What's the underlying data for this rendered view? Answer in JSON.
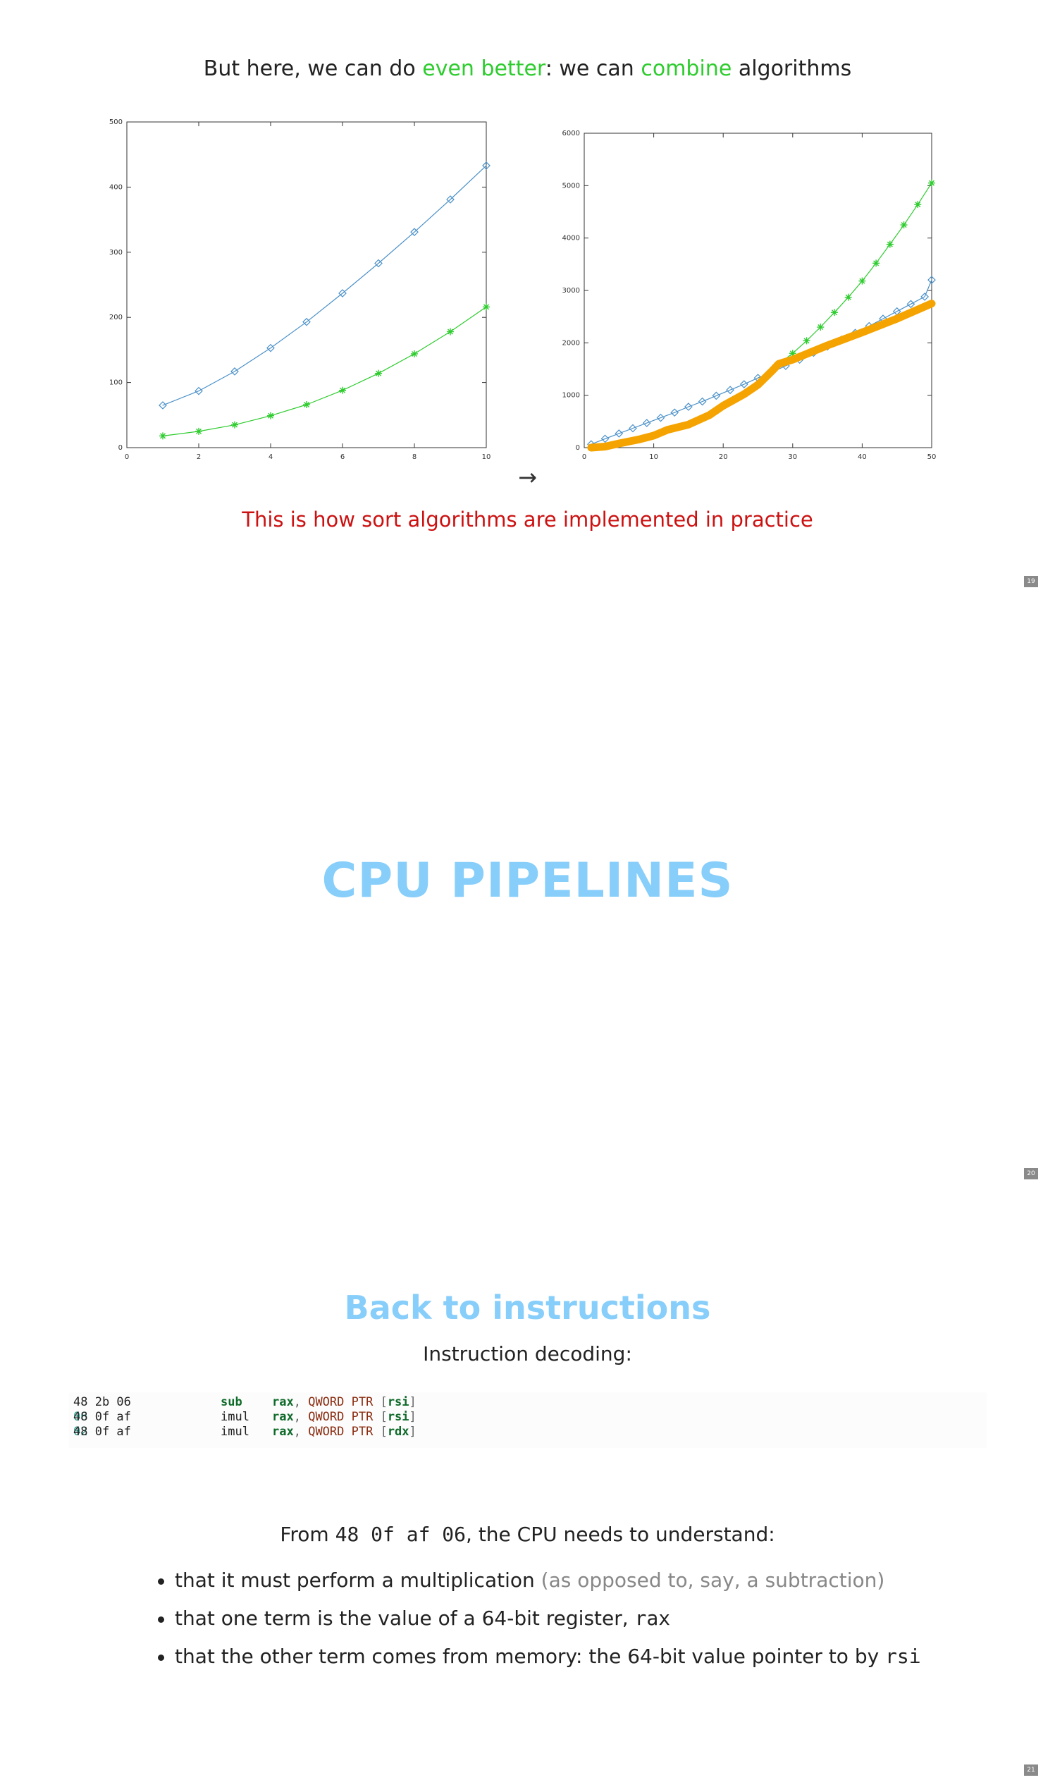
{
  "slide1": {
    "title_parts": [
      "But here, we can do ",
      "even better",
      ": we can ",
      "combine",
      " algorithms"
    ],
    "arrow": "→",
    "note": "This is how sort algorithms are implemented in practice",
    "page_number": "19"
  },
  "slide2": {
    "title": "CPU PIPELINES",
    "page_number": "20"
  },
  "slide3": {
    "heading": "Back to instructions",
    "subheading": "Instruction decoding:",
    "code": [
      {
        "bytes_main": "48 2b 06",
        "bytes_hl": "",
        "mnemonic": "sub",
        "reg": "rax",
        "comma": ", ",
        "ptr": "QWORD PTR ",
        "lb": "[",
        "mem": "rsi",
        "rb": "]"
      },
      {
        "bytes_main": "48 0f af ",
        "bytes_hl": "06",
        "mnemonic": "imul",
        "reg": "rax",
        "comma": ", ",
        "ptr": "QWORD PTR ",
        "lb": "[",
        "mem": "rsi",
        "rb": "]"
      },
      {
        "bytes_main": "48 0f af ",
        "bytes_hl": "02",
        "mnemonic": "imul",
        "reg": "rax",
        "comma": ", ",
        "ptr": "QWORD PTR ",
        "lb": "[",
        "mem": "rdx",
        "rb": "]"
      }
    ],
    "from_prefix": "From ",
    "from_code": "48 0f af 06",
    "from_suffix": ", the CPU needs to understand:",
    "bullets": [
      {
        "text": "that it must perform a multiplication ",
        "aside": "(as opposed to, say, a subtraction)",
        "code": ""
      },
      {
        "text": "that one term is the value of a 64-bit register, ",
        "aside": "",
        "code": "rax"
      },
      {
        "text": "that the other term comes from memory: the 64-bit value pointer to by ",
        "aside": "",
        "code": "rsi"
      }
    ],
    "page_number": "21"
  },
  "colors": {
    "blue": "#4a90c8",
    "green": "#2ecc2e",
    "orange": "#f5a300",
    "red": "#cc1111",
    "title_blue": "#87cefa"
  },
  "chart_data": [
    {
      "type": "line",
      "xlim": [
        0,
        10
      ],
      "ylim": [
        0,
        500
      ],
      "xticks": [
        0,
        2,
        4,
        6,
        8,
        10
      ],
      "yticks": [
        0,
        100,
        200,
        300,
        400,
        500
      ],
      "grid": false,
      "series": [
        {
          "color": "#4a90c8",
          "marker": "diamond",
          "x": [
            1,
            2,
            3,
            4,
            5,
            6,
            7,
            8,
            9,
            10
          ],
          "y": [
            65,
            87,
            117,
            153,
            193,
            237,
            283,
            331,
            381,
            433
          ]
        },
        {
          "color": "#2ecc2e",
          "marker": "star",
          "x": [
            1,
            2,
            3,
            4,
            5,
            6,
            7,
            8,
            9,
            10
          ],
          "y": [
            18,
            25,
            35,
            49,
            66,
            88,
            114,
            144,
            178,
            216
          ]
        }
      ]
    },
    {
      "type": "line",
      "xlim": [
        0,
        50
      ],
      "ylim": [
        0,
        6000
      ],
      "xticks": [
        0,
        10,
        20,
        30,
        40,
        50
      ],
      "yticks": [
        0,
        1000,
        2000,
        3000,
        4000,
        5000,
        6000
      ],
      "grid": false,
      "series": [
        {
          "color": "#4a90c8",
          "marker": "diamond",
          "x": [
            1,
            3,
            5,
            7,
            9,
            11,
            13,
            15,
            17,
            19,
            21,
            23,
            25,
            27,
            29,
            31,
            33,
            35,
            37,
            39,
            41,
            43,
            45,
            47,
            49,
            50
          ],
          "y": [
            64,
            170,
            270,
            370,
            470,
            570,
            670,
            780,
            880,
            990,
            1100,
            1210,
            1330,
            1440,
            1560,
            1680,
            1810,
            1930,
            2060,
            2190,
            2320,
            2460,
            2600,
            2740,
            2880,
            3200
          ]
        },
        {
          "color": "#2ecc2e",
          "marker": "star",
          "x": [
            28,
            30,
            32,
            34,
            36,
            38,
            40,
            42,
            44,
            46,
            48,
            50
          ],
          "y": [
            1600,
            1800,
            2040,
            2300,
            2580,
            2870,
            3180,
            3520,
            3880,
            4250,
            4640,
            5050
          ]
        },
        {
          "color": "#f5a300",
          "marker": "thick",
          "x": [
            1,
            3,
            5,
            8,
            10,
            12,
            15,
            18,
            20,
            23,
            25,
            27,
            28,
            30,
            35,
            40,
            45,
            50
          ],
          "y": [
            0,
            20,
            80,
            160,
            230,
            340,
            440,
            620,
            800,
            1020,
            1200,
            1460,
            1600,
            1680,
            1950,
            2200,
            2460,
            2750
          ]
        }
      ]
    }
  ]
}
